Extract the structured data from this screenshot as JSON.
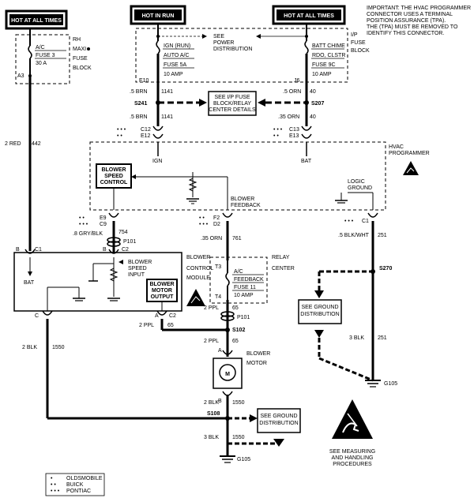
{
  "headers": {
    "hot_at_all_times_left": "HOT AT ALL TIMES",
    "hot_in_run": "HOT IN RUN",
    "hot_at_all_times_right": "HOT AT ALL TIMES"
  },
  "important_note": [
    "IMPORTANT: THE HVAC PROGRAMMER",
    "CONNECTOR USES A TERMINAL",
    "POSITION ASSURANCE (TPA).",
    "THE (TPA) MUST BE REMOVED TO",
    "IDENTIFY THIS CONNECTOR."
  ],
  "fuse_block_left": {
    "rh": "RH",
    "maxi": "MAXI",
    "fuse": "FUSE",
    "block": "BLOCK",
    "fuse_name": "A/C",
    "fuse_num": "FUSE 3",
    "rating": "30 A",
    "terminal": "A3"
  },
  "power_distribution": {
    "see": "SEE",
    "power": "POWER",
    "distribution": "DISTRIBUTION"
  },
  "fuse_ign": {
    "name": "IGN (RUN)",
    "circuit": "AUTO A/C",
    "fuse": "FUSE 5A",
    "rating": "10 AMP",
    "terminal": "E10"
  },
  "fuse_batt": {
    "name": "BATT CHIME",
    "circuit": "RDO, CLSTR",
    "fuse": "FUSE 9C",
    "rating": "10 AMP",
    "terminal": "J6"
  },
  "ip_fuse_block": {
    "ip": "I/P",
    "fuse": "FUSE",
    "block": "BLOCK"
  },
  "wires": {
    "brn_1141_top": ".5 BRN",
    "c1141_top": "1141",
    "orn_40_top": ".5 ORN",
    "c40_top": "40",
    "s241": "S241",
    "s207": "S207",
    "brn_1141_bot": ".5 BRN",
    "c1141_bot": "1141",
    "orn_40_bot": ".35 ORN",
    "c40_bot": "40",
    "red_442": "2 RED",
    "c442": "442",
    "gry_blk": ".8 GRY/BLK",
    "c754": "754",
    "orn_761": ".35 ORN",
    "c761": "761",
    "blk_wht": ".5 BLK/WHT",
    "c251": "251",
    "blk_1550_left": "2 BLK",
    "c1550_left": "1550",
    "ppl_65_a": "2 PPL",
    "c65_a": "65",
    "ppl_65_b": "2 PPL",
    "c65_b": "65",
    "ppl_65_c": "2 PPL",
    "c65_c": "65",
    "blk_1550_mid": "2 BLK",
    "c1550_mid": "1550",
    "blk_1550_bot": "3 BLK",
    "c1550_bot": "1550",
    "blk_251": "3 BLK",
    "c251_b": "251"
  },
  "ip_relay_details": [
    "SEE I/P FUSE",
    "BLOCK/RELAY",
    "CENTER DETAILS"
  ],
  "connectors": {
    "c12": "C12",
    "e12": "E12",
    "c13": "C13",
    "e13": "E13",
    "ign": "IGN",
    "bat": "BAT",
    "e9": "E9",
    "c9": "C9",
    "f2": "F2",
    "d2": "D2",
    "c1_right": "C1",
    "p101_left": "P101",
    "p101_mid": "P101",
    "b_c1": "B",
    "c1_left": "C1",
    "b_c2": "B",
    "c2_top": "C2",
    "c_label": "C",
    "a_c2": "A",
    "c2_bot": "C2",
    "s102": "S102",
    "s270": "S270",
    "s108": "S108",
    "a_motor": "A",
    "b_motor": "B",
    "t3": "T3",
    "t4": "T4",
    "g105_bot": "G105",
    "g105_right": "G105"
  },
  "hvac_programmer": {
    "l1": "HVAC",
    "l2": "PROGRAMMER"
  },
  "blower_speed_control": [
    "BLOWER",
    "SPEED",
    "CONTROL"
  ],
  "logic_ground": [
    "LOGIC",
    "GROUND"
  ],
  "blower_feedback": [
    "BLOWER",
    "FEEDBACK"
  ],
  "blower_control_module": {
    "bat": "BAT",
    "speed_input": [
      "BLOWER",
      "SPEED",
      "INPUT"
    ],
    "motor_output": [
      "BLOWER",
      "MOTOR",
      "OUTPUT"
    ],
    "label": [
      "BLOWER",
      "CONTROL",
      "MODULE"
    ]
  },
  "relay_center": {
    "relay": "RELAY",
    "center": "CENTER",
    "fuse_name": "A/C",
    "fuse_circuit": "FEEDBACK",
    "fuse_num": "FUSE 11",
    "rating": "10 AMP"
  },
  "see_ground_right": [
    "SEE GROUND",
    "DISTRIBUTION"
  ],
  "see_ground_bottom": [
    "SEE GROUND",
    "DISTRIBUTION"
  ],
  "blower_motor": {
    "l1": "BLOWER",
    "l2": "MOTOR",
    "symbol": "M"
  },
  "measuring": [
    "SEE MEASURING",
    "AND HANDLING",
    "PROCEDURES"
  ],
  "legend": [
    {
      "dots": "•",
      "label": "OLDSMOBILE"
    },
    {
      "dots": "• •",
      "label": "BUICK"
    },
    {
      "dots": "• • •",
      "label": "PONTIAC"
    }
  ]
}
